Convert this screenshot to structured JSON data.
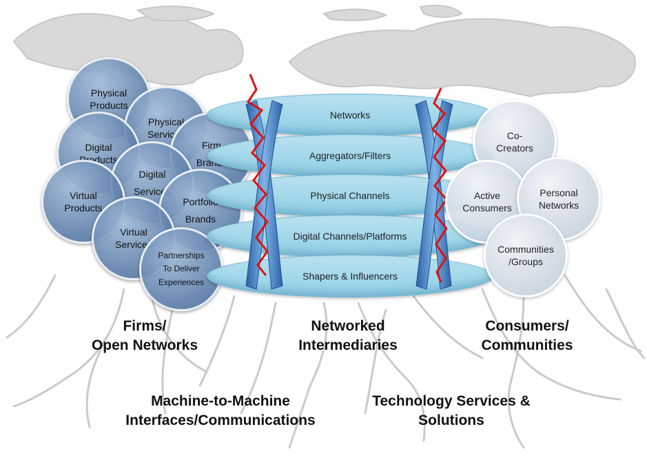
{
  "firms": {
    "bubbles": [
      {
        "key": "physical-products",
        "label": "Physical\nProducts"
      },
      {
        "key": "physical-services",
        "label": "Physical\nServices"
      },
      {
        "key": "digital-products",
        "label": "Digital\nProducts"
      },
      {
        "key": "firm-brands",
        "label": "Firm\nBrands"
      },
      {
        "key": "digital-services",
        "label": "Digital\nServices"
      },
      {
        "key": "virtual-products",
        "label": "Virtual\nProducts"
      },
      {
        "key": "portfolio-brands",
        "label": "Portfolio\nBrands"
      },
      {
        "key": "virtual-services",
        "label": "Virtual\nServices"
      },
      {
        "key": "partnerships",
        "label": "Partnerships\nTo Deliver\nExperiences"
      }
    ],
    "caption": "Firms/\nOpen Networks"
  },
  "intermediaries": {
    "layers": [
      "Networks",
      "Aggregators/Filters",
      "Physical Channels",
      "Digital Channels/Platforms",
      "Shapers & Influencers"
    ],
    "caption": "Networked\nIntermediaries"
  },
  "consumers": {
    "bubbles": [
      {
        "key": "co-creators",
        "label": "Co-\nCreators"
      },
      {
        "key": "active-consumers",
        "label": "Active\nConsumers"
      },
      {
        "key": "personal-networks",
        "label": "Personal\nNetworks"
      },
      {
        "key": "communities-groups",
        "label": "Communities\n/Groups"
      }
    ],
    "caption": "Consumers/\nCommunities"
  },
  "foundation": {
    "left": "Machine-to-Machine\nInterfaces/Communications",
    "right": "Technology Services &\nSolutions"
  },
  "colors": {
    "firm_bubble": "#6f8fb6",
    "consumer_bubble": "#d6dde6",
    "layer_disc": "#a7d9ec",
    "connector": "#3f7fc4",
    "spark": "#e01010",
    "background_map": "#c9c9c9"
  }
}
